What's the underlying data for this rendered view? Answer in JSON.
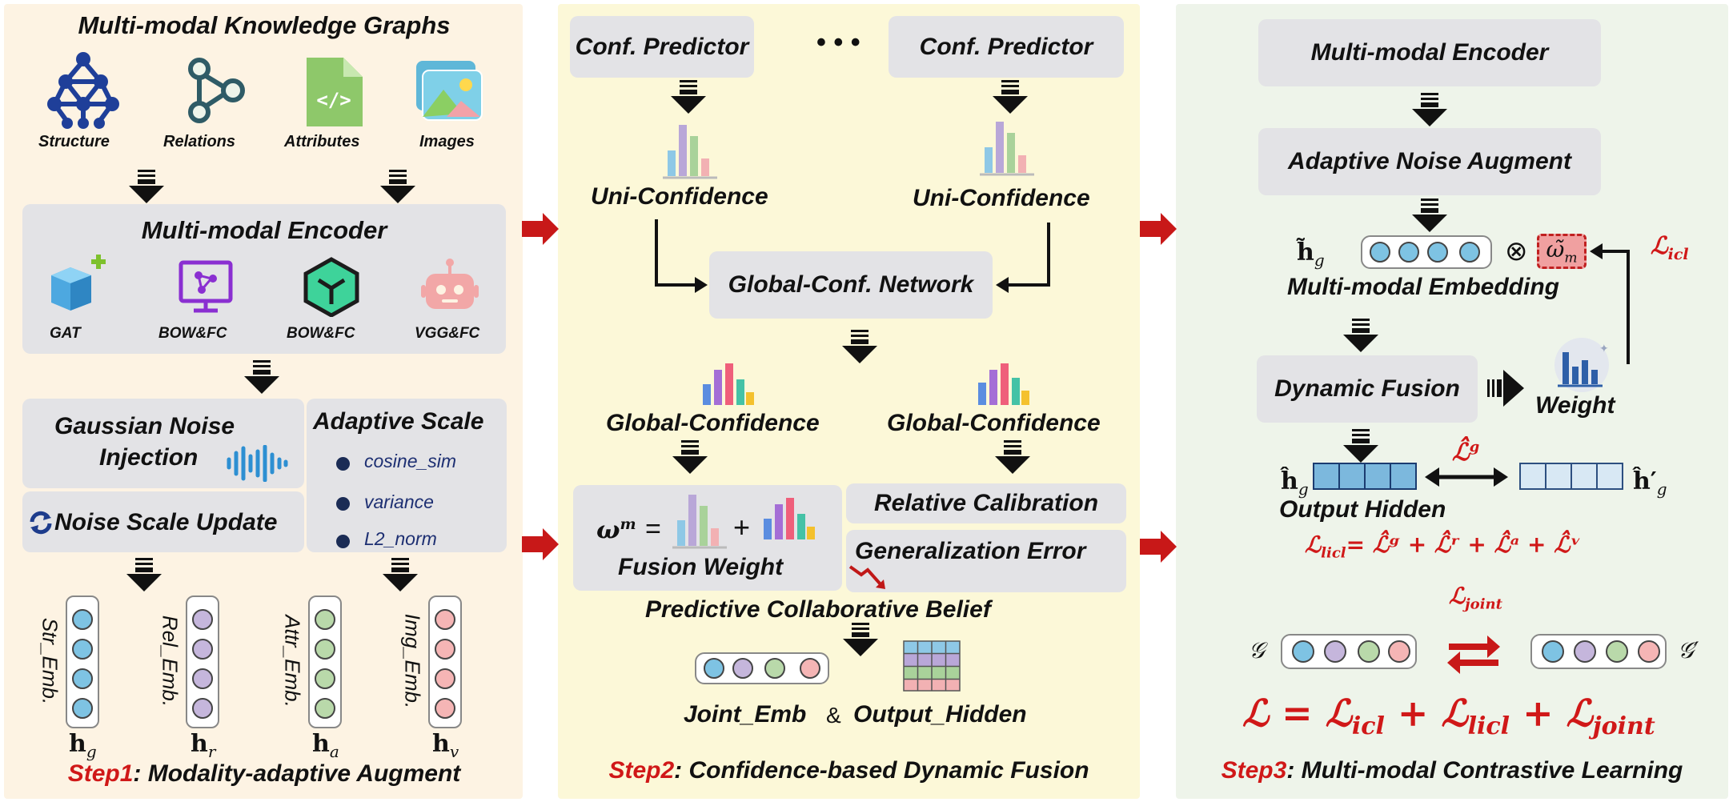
{
  "colors": {
    "step1_bg": "#fdf3e3",
    "step2_bg": "#fcf8d8",
    "step3_bg": "#eef4ea",
    "box_gray": "#e3e3e6",
    "accent_red": "#d01818",
    "arrow": "#111111"
  },
  "step1": {
    "title": "Multi-modal Knowledge Graphs",
    "icons": [
      {
        "label": "Structure",
        "icon": "structure-graph-icon"
      },
      {
        "label": "Relations",
        "icon": "relations-share-icon"
      },
      {
        "label": "Attributes",
        "icon": "attributes-code-file-icon"
      },
      {
        "label": "Images",
        "icon": "images-picture-icon"
      }
    ],
    "encoder": {
      "title": "Multi-modal Encoder",
      "items": [
        {
          "label": "GAT",
          "icon": "gat-cube-icon"
        },
        {
          "label": "BOW&FC",
          "icon": "bow-fc-monitor-icon"
        },
        {
          "label": "BOW&FC",
          "icon": "bow-fc-hexagon-icon"
        },
        {
          "label": "VGG&FC",
          "icon": "vgg-fc-robot-icon"
        }
      ]
    },
    "gaussian_line1": "Gaussian Noise",
    "gaussian_line2": "Injection",
    "adaptive_scale": {
      "title": "Adaptive Scale",
      "items": [
        "cosine_sim",
        "variance",
        "L2_norm"
      ]
    },
    "noise_update": "Noise Scale Update",
    "embeddings": [
      {
        "label": "Str_Emb.",
        "symbol": "h",
        "sub": "g",
        "color": "#7ec3e3"
      },
      {
        "label": "Rel_Emb.",
        "symbol": "h",
        "sub": "r",
        "color": "#c5b6dc"
      },
      {
        "label": "Attr_Emb.",
        "symbol": "h",
        "sub": "a",
        "color": "#b9d9aa"
      },
      {
        "label": "Img_Emb.",
        "symbol": "h",
        "sub": "v",
        "color": "#f5b5b5"
      }
    ],
    "step_label": "Step1",
    "step_title": ": Modality-adaptive Augment"
  },
  "step2": {
    "predictor1": "Conf. Predictor",
    "dots": "• • •",
    "predictor2": "Conf. Predictor",
    "uni_conf1": "Uni-Confidence",
    "uni_conf2": "Uni-Confidence",
    "global_net": "Global-Conf. Network",
    "global_conf1": "Global-Confidence",
    "global_conf2": "Global-Confidence",
    "fusion_weight": "Fusion Weight",
    "omega": "ω",
    "omega_sup": "m",
    "equals": "=",
    "plus": "+",
    "relative_calibration": "Relative Calibration",
    "generalization_error": "Generalization Error",
    "belief": "Predictive Collaborative Belief",
    "joint_emb": "Joint_Emb",
    "amp": "&",
    "output_hidden": "Output_Hidden",
    "step_label": "Step2",
    "step_title": ": Confidence-based Dynamic Fusion"
  },
  "step3": {
    "encoder": "Multi-modal Encoder",
    "noise_augment": "Adaptive Noise Augment",
    "h_tilde": "h̃",
    "h_tilde_sub": "g",
    "otimes": "⊗",
    "omega_tilde": "ω̃",
    "omega_tilde_sub": "m",
    "l_icl": "ℒ",
    "l_icl_sub": "icl",
    "embedding_label": "Multi-modal Embedding",
    "dynamic_fusion": "Dynamic Fusion",
    "weight": "Weight",
    "h_hat": "ĥ",
    "h_hat_sub": "g",
    "h_hat_prime": "ĥ′",
    "h_hat_prime_sub": "g",
    "l_hat_g": "ℒ̂",
    "l_hat_g_sup": "g",
    "output_hidden": "Output Hidden",
    "licl_eq": "ℒ",
    "licl_eq_sub": "licl",
    "licl_rhs": "= ℒ̂ᵍ + ℒ̂ʳ + ℒ̂ᵃ + ℒ̂ᵛ",
    "l_joint": "ℒ",
    "l_joint_sub": "joint",
    "g_left": "𝒢",
    "g_right": "𝒢′",
    "total_loss": "ℒ = ℒ",
    "total_icl_sub": "icl",
    "plus1": " + ℒ",
    "total_licl_sub": "licl",
    "plus2": " + ℒ",
    "total_joint_sub": "joint",
    "step_label": "Step3",
    "step_title": ": Multi-modal Contrastive Learning"
  }
}
